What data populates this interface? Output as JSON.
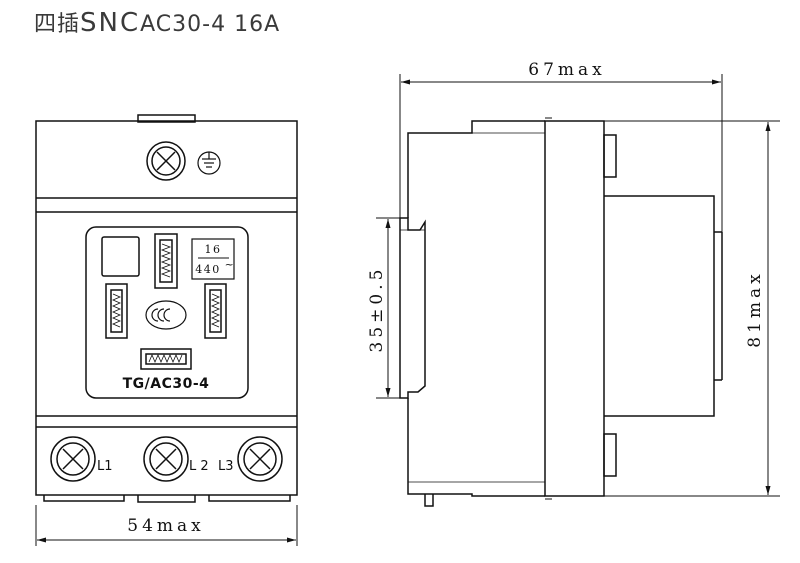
{
  "title": {
    "prefix": "四插",
    "brand": "SNC",
    "model": "AC30-4 16A"
  },
  "front_view": {
    "rating_current": "16",
    "rating_voltage": "440",
    "rating_ac_mark": "~",
    "model_label": "TG/AC30-4",
    "terminal_labels": [
      "L1",
      "L 2",
      "L3"
    ],
    "width_dimension": "54max"
  },
  "side_view": {
    "depth_dimension": "67max",
    "height_dimension": "81max",
    "rail_dimension": "35±0.5"
  }
}
